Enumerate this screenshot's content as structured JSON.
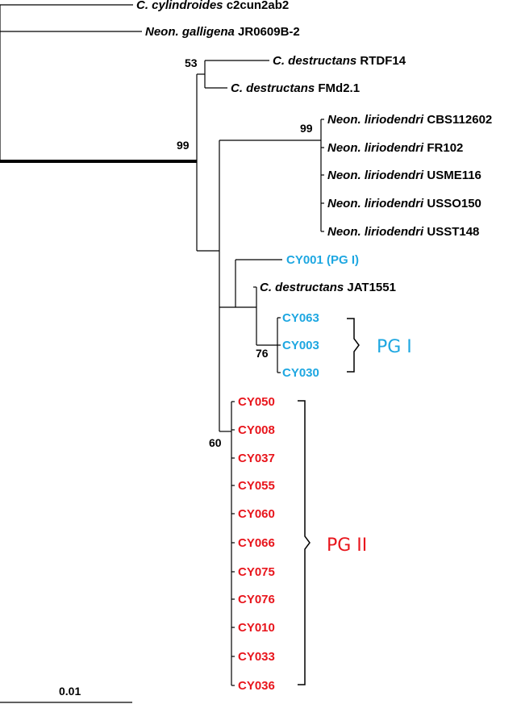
{
  "colors": {
    "black": "#000000",
    "pg1": "#1ea7e1",
    "pg2": "#e8151c"
  },
  "taxa": [
    {
      "genus": "C. cylindroides",
      "id": "c2cun2ab2",
      "color": "black"
    },
    {
      "genus": "Neon. galligena",
      "id": "JR0609B-2",
      "color": "black"
    },
    {
      "genus": "C. destructans",
      "id": "RTDF14",
      "color": "black"
    },
    {
      "genus": "C. destructans",
      "id": "FMd2.1",
      "color": "black"
    },
    {
      "genus": "Neon. liriodendri",
      "id": "CBS112602",
      "color": "black"
    },
    {
      "genus": "Neon. liriodendri",
      "id": "FR102",
      "color": "black"
    },
    {
      "genus": "Neon. liriodendri",
      "id": "USME116",
      "color": "black"
    },
    {
      "genus": "Neon. liriodendri",
      "id": "USSO150",
      "color": "black"
    },
    {
      "genus": "Neon. liriodendri",
      "id": "USST148",
      "color": "black"
    },
    {
      "genus": "",
      "id": "CY001 (PG I)",
      "color": "pg1"
    },
    {
      "genus": "C. destructans",
      "id": "JAT1551",
      "color": "black"
    },
    {
      "genus": "",
      "id": "CY063",
      "color": "pg1"
    },
    {
      "genus": "",
      "id": "CY003",
      "color": "pg1"
    },
    {
      "genus": "",
      "id": "CY030",
      "color": "pg1"
    },
    {
      "genus": "",
      "id": "CY050",
      "color": "pg2"
    },
    {
      "genus": "",
      "id": "CY008",
      "color": "pg2"
    },
    {
      "genus": "",
      "id": "CY037",
      "color": "pg2"
    },
    {
      "genus": "",
      "id": "CY055",
      "color": "pg2"
    },
    {
      "genus": "",
      "id": "CY060",
      "color": "pg2"
    },
    {
      "genus": "",
      "id": "CY066",
      "color": "pg2"
    },
    {
      "genus": "",
      "id": "CY075",
      "color": "pg2"
    },
    {
      "genus": "",
      "id": "CY076",
      "color": "pg2"
    },
    {
      "genus": "",
      "id": "CY010",
      "color": "pg2"
    },
    {
      "genus": "",
      "id": "CY033",
      "color": "pg2"
    },
    {
      "genus": "",
      "id": "CY036",
      "color": "pg2"
    }
  ],
  "bootstrap": [
    "53",
    "99",
    "99",
    "76",
    "60"
  ],
  "groups": [
    {
      "label": "PG I",
      "color": "pg1"
    },
    {
      "label": "PG II",
      "color": "pg2"
    }
  ],
  "scale_bar": "0.01"
}
